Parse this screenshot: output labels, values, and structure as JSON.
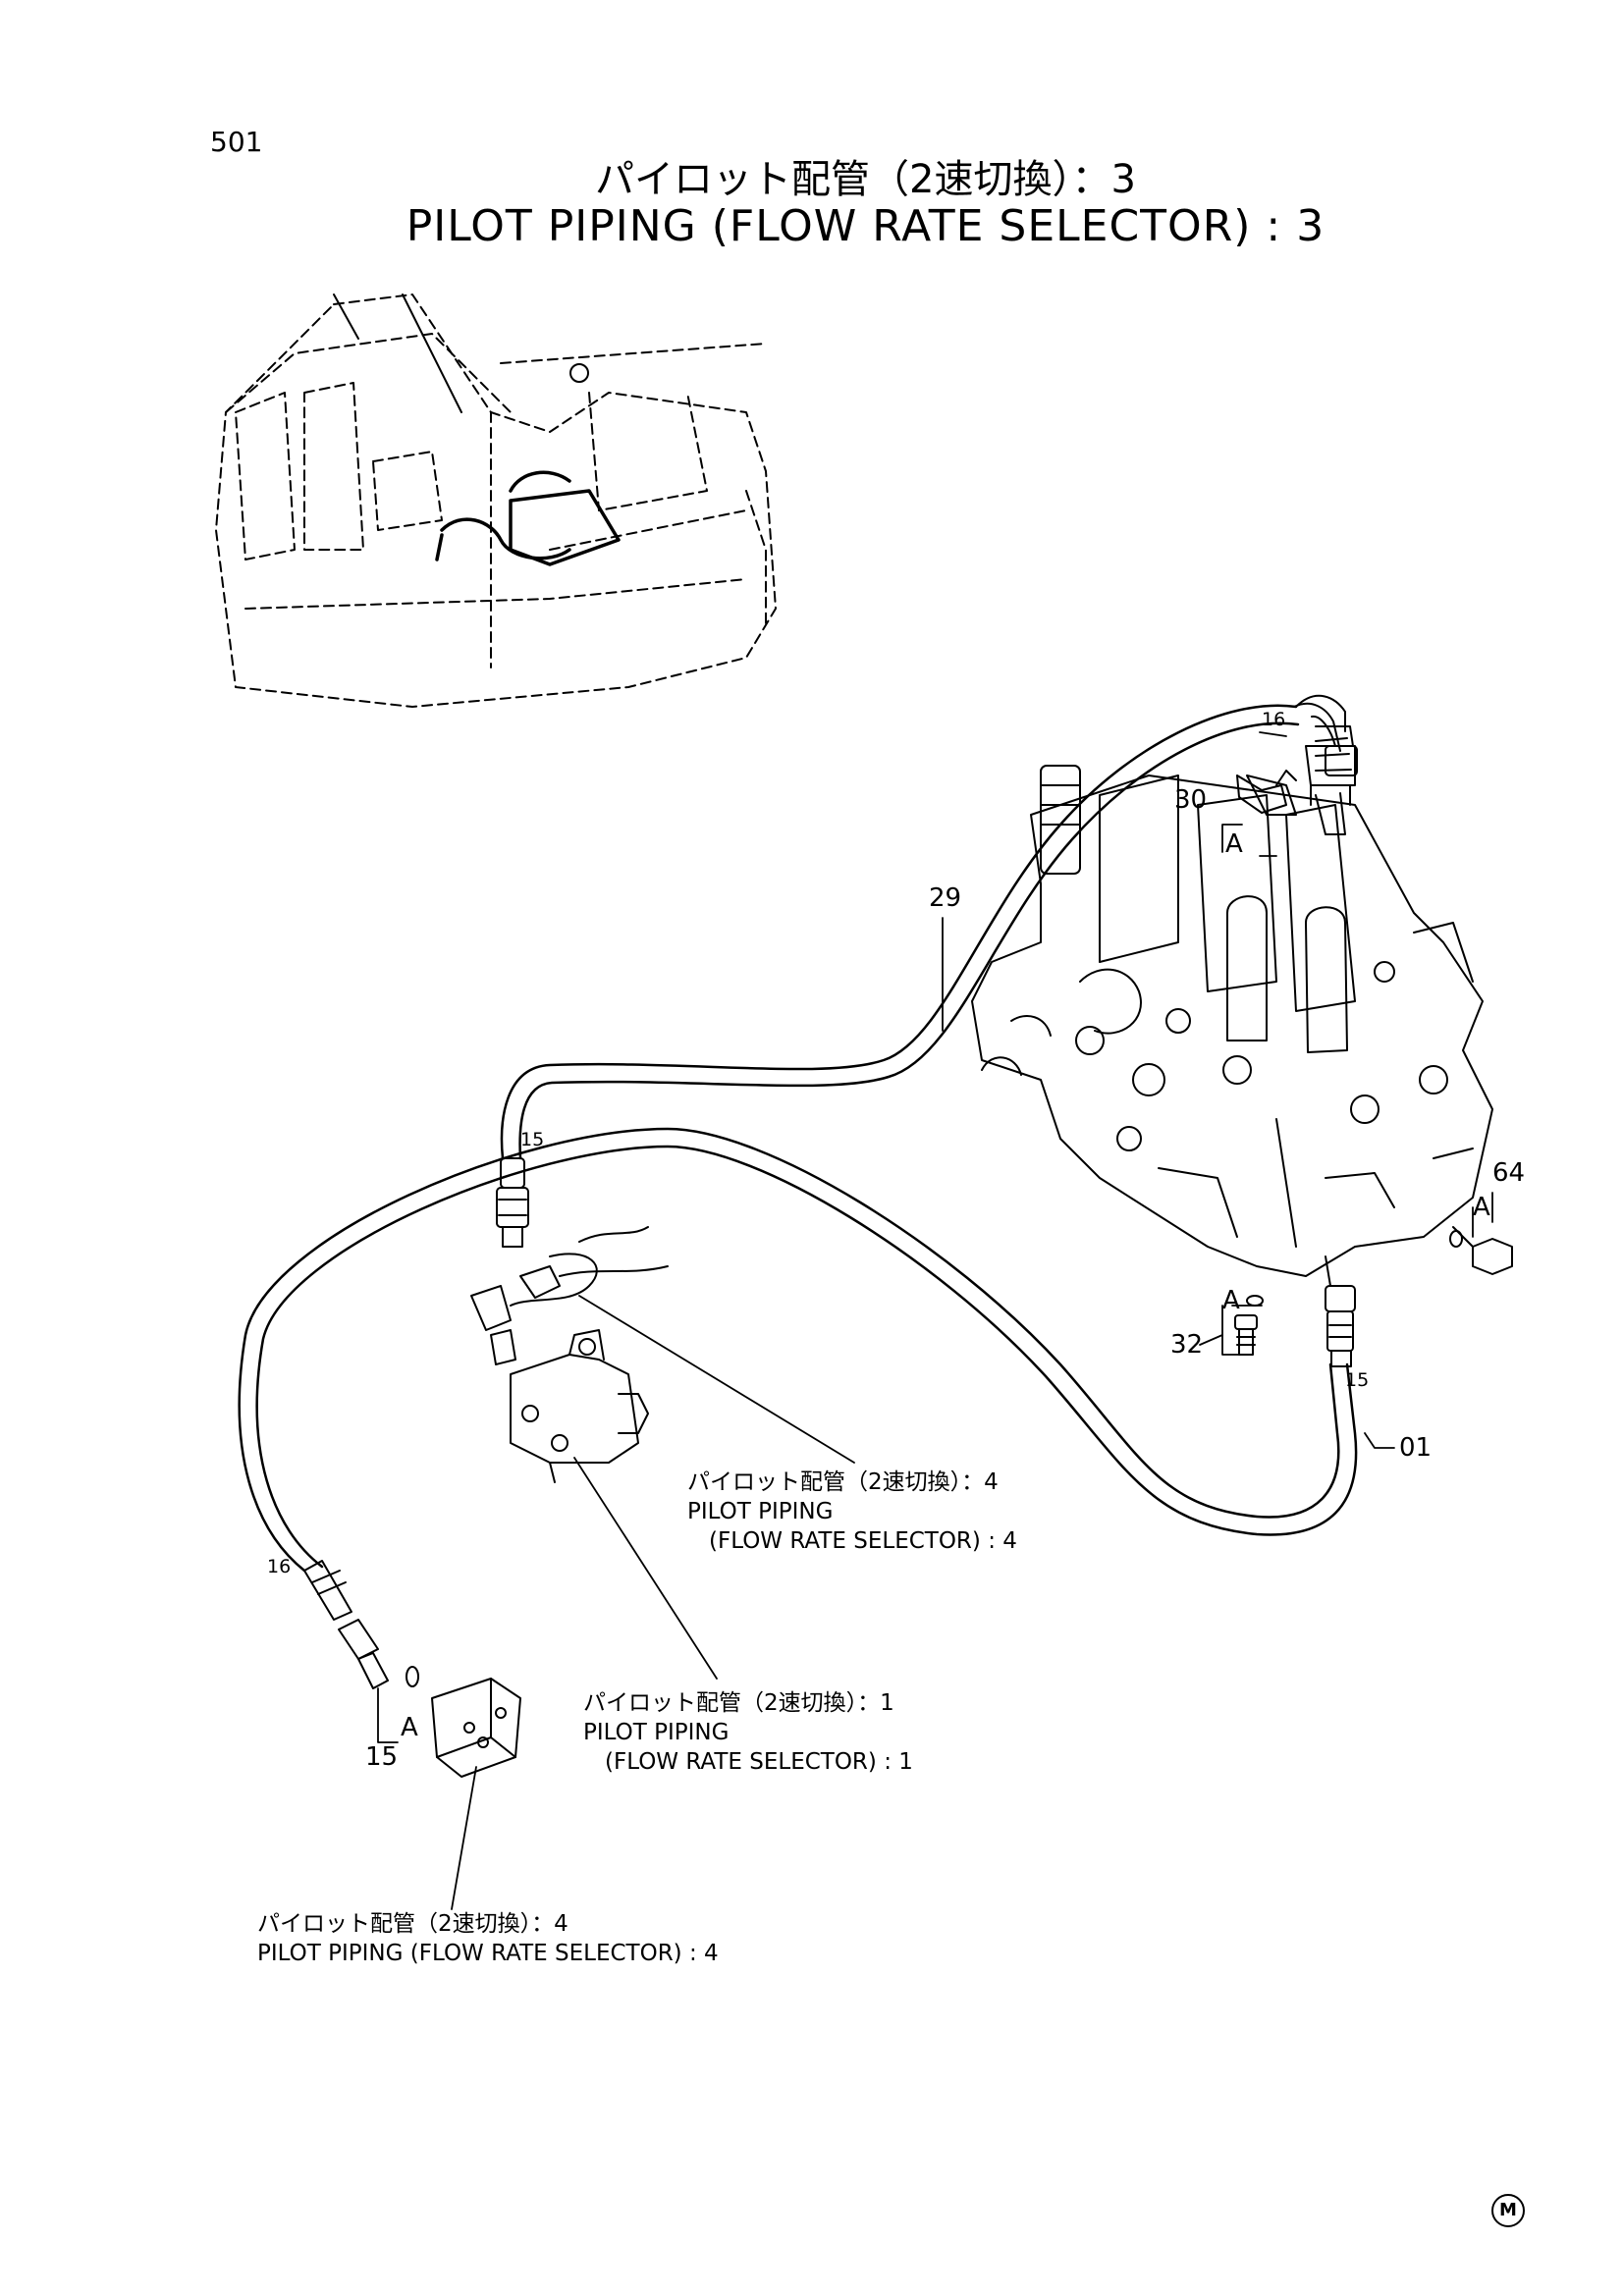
{
  "page_number": "501",
  "title": {
    "japanese": "パイロット配管（2速切換）：3",
    "english": "PILOT PIPING (FLOW RATE SELECTOR) : 3"
  },
  "part_labels": {
    "p16_top": "16",
    "p30": "30",
    "p29": "29",
    "p15_left": "15",
    "p64": "64",
    "p32": "32",
    "p15_right": "15",
    "p01": "01",
    "p16_bottom": "16",
    "p15_bottom": "15",
    "section_a": "A"
  },
  "references": [
    {
      "jp": "パイロット配管（2速切換）：4",
      "en1": "PILOT PIPING",
      "en2": "(FLOW RATE SELECTOR) : 4"
    },
    {
      "jp": "パイロット配管（2速切換）：1",
      "en1": "PILOT PIPING",
      "en2": "(FLOW RATE SELECTOR) : 1"
    },
    {
      "jp": "パイロット配管（2速切換）：4",
      "en1": "PILOT PIPING (FLOW RATE SELECTOR) : 4"
    }
  ],
  "corner_mark": "M"
}
